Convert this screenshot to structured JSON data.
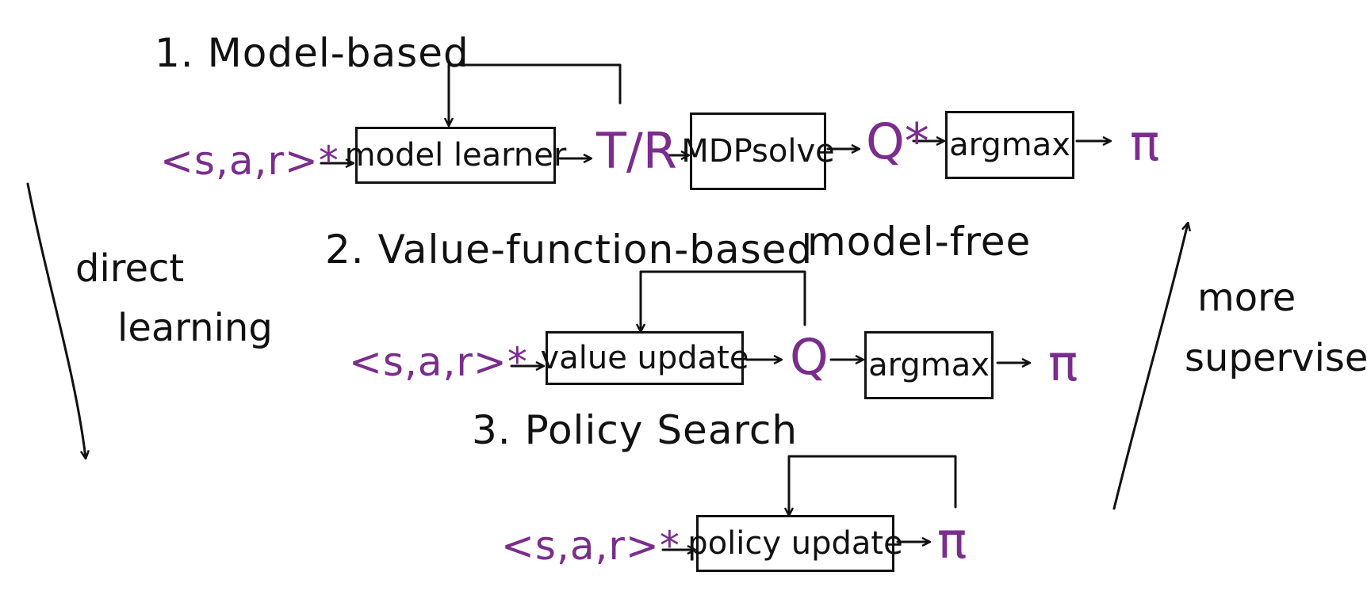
{
  "colors": {
    "ink": "#111111",
    "purple": "#7a2d8c"
  },
  "headings": {
    "model_based": "1. Model-based",
    "value_function_based": "2. Value-function-based",
    "model_free": "model-free",
    "policy_search": "3. Policy Search"
  },
  "side_labels": {
    "direct": "direct",
    "learning": "learning",
    "more": "more",
    "supervised": "supervised"
  },
  "pipelines": {
    "model_based": {
      "input": "<s,a,r>*",
      "learner_box": "model learner",
      "model": "T/R",
      "solver_box": "MDPsolve",
      "q_star": "Q*",
      "argmax_box": "argmax",
      "policy": "π"
    },
    "value_based": {
      "input": "<s,a,r>*",
      "update_box": "value update",
      "q": "Q",
      "argmax_box": "argmax",
      "policy": "π"
    },
    "policy_search": {
      "input": "<s,a,r>*",
      "update_box": "policy update",
      "policy": "π"
    }
  }
}
